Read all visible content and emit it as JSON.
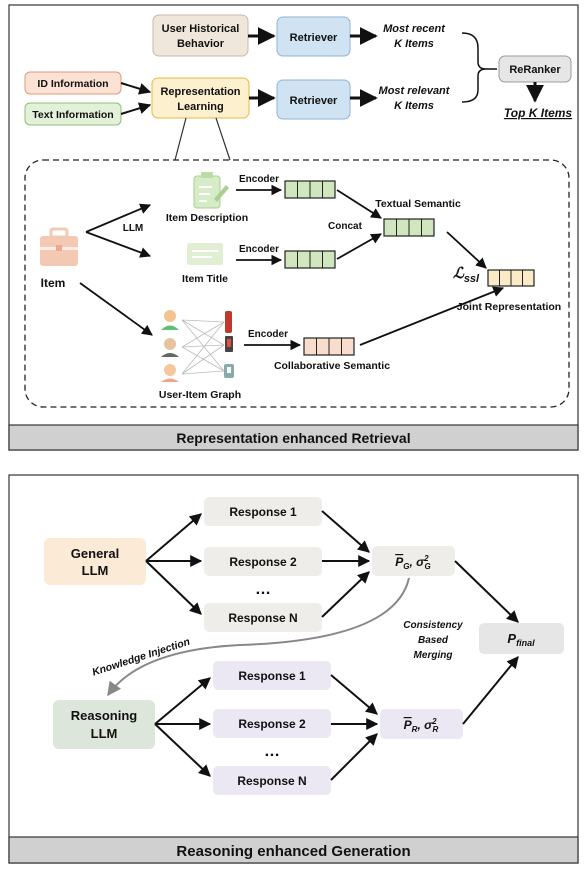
{
  "panel1": {
    "title": "Representation enhanced Retrieval",
    "top": {
      "user_history_line1": "User Historical",
      "user_history_line2": "Behavior",
      "retriever_label": "Retriever",
      "most_recent_line1": "Most recent",
      "most_recent_line2": "K Items",
      "id_info": "ID Information",
      "text_info": "Text Information",
      "rep_learning_line1": "Representation",
      "rep_learning_line2": "Learning",
      "retriever2_label": "Retriever",
      "most_relevant_line1": "Most relevant",
      "most_relevant_line2": "K Items",
      "reranker": "ReRanker",
      "top_k": "Top K Items"
    },
    "detail": {
      "llm": "LLM",
      "item": "Item",
      "item_description": "Item Description",
      "item_title": "Item Title",
      "encoder": "Encoder",
      "concat": "Concat",
      "textual_semantic": "Textual Semantic",
      "loss_main": "ℒ",
      "loss_sub": "ssl",
      "joint_representation": "Joint Representation",
      "collaborative_semantic": "Collaborative Semantic",
      "user_item_graph": "User-Item Graph"
    }
  },
  "panel2": {
    "title": "Reasoning enhanced Generation",
    "general_llm_line1": "General",
    "general_llm_line2": "LLM",
    "reasoning_llm_line1": "Reasoning",
    "reasoning_llm_line2": "LLM",
    "response_1": "Response 1",
    "response_2": "Response 2",
    "response_n": "Response N",
    "ellipsis": "…",
    "pg_label": "P",
    "pg_sub": "G",
    "sigma": "σ",
    "sigma_sup": "2",
    "sigma_g_sub": "G",
    "pr_sub": "R",
    "sigma_r_sub": "R",
    "knowledge_injection": "Knowledge Injection",
    "consistency_line1": "Consistency",
    "consistency_line2": "Based",
    "consistency_line3": "Merging",
    "p_final_main": "P",
    "p_final_sub": "final"
  },
  "colors": {
    "user_history": "#efe6dc",
    "retriever": "#cfe3f3",
    "id_info": "#fbe2d4",
    "text_info": "#e2f1d8",
    "rep_learning": "#fdf0cf",
    "reranker": "#e6e6e6",
    "title_bar": "#d0d0d0",
    "textual_cell": "#cfe6bf",
    "collab_cell": "#f8ddcc",
    "joint_cell": "#fbeac6",
    "general_llm": "#fbead5",
    "reasoning_llm": "#dde6da",
    "response_top": "#efedea",
    "response_bottom": "#ebe8f3"
  }
}
